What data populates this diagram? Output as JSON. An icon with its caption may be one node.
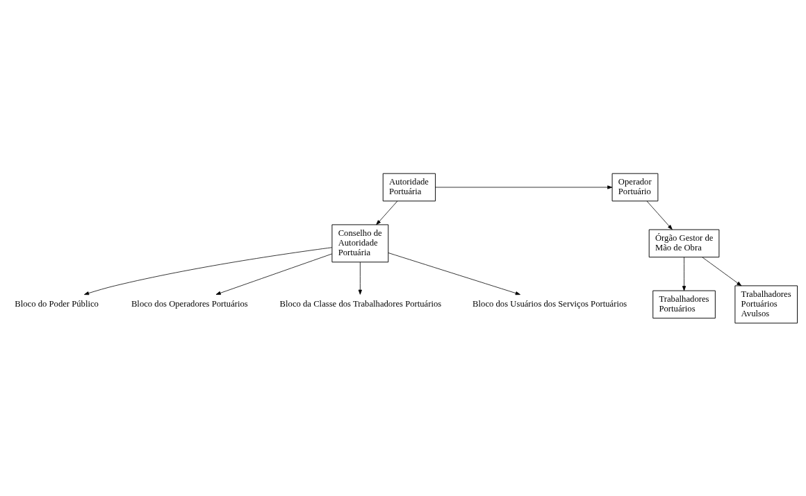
{
  "diagram": {
    "nodes": [
      {
        "text": [
          "Autoridade Portuária"
        ]
      },
      {
        "text": [
          "Operador Portuário"
        ]
      },
      {
        "text": [
          "Conselho de Autoridade Portuária"
        ]
      },
      {
        "text": [
          "Órgão Gestor de Mão de Obra"
        ]
      },
      {
        "text": [
          "Trabalhadores Portuários"
        ]
      },
      {
        "text": [
          "Trabalhadores Portuários Avulsos"
        ]
      },
      {
        "text": [
          "Bloco do Poder Público"
        ]
      },
      {
        "text": [
          "Bloco dos Operadores Portuários"
        ]
      },
      {
        "text": [
          "Bloco da Classe dos Trabalhadores Portuários"
        ]
      },
      {
        "text": [
          "Bloco dos Usuários dos Serviços Portuários"
        ]
      }
    ],
    "edges": [
      {
        "from": 0,
        "to": 1,
        "arrow": "to"
      },
      {
        "from": 0,
        "to": 2,
        "arrow": "to"
      },
      {
        "from": 1,
        "to": 3,
        "arrow": "to"
      },
      {
        "from": 3,
        "to": 4,
        "arrow": "to"
      },
      {
        "from": 3,
        "to": 5,
        "arrow": "to"
      },
      {
        "from": 2,
        "to": 6,
        "arrow": "to"
      },
      {
        "from": 2,
        "to": 7,
        "arrow": "to"
      },
      {
        "from": 2,
        "to": 8,
        "arrow": "to"
      },
      {
        "from": 2,
        "to": 9,
        "arrow": "to"
      }
    ]
  }
}
